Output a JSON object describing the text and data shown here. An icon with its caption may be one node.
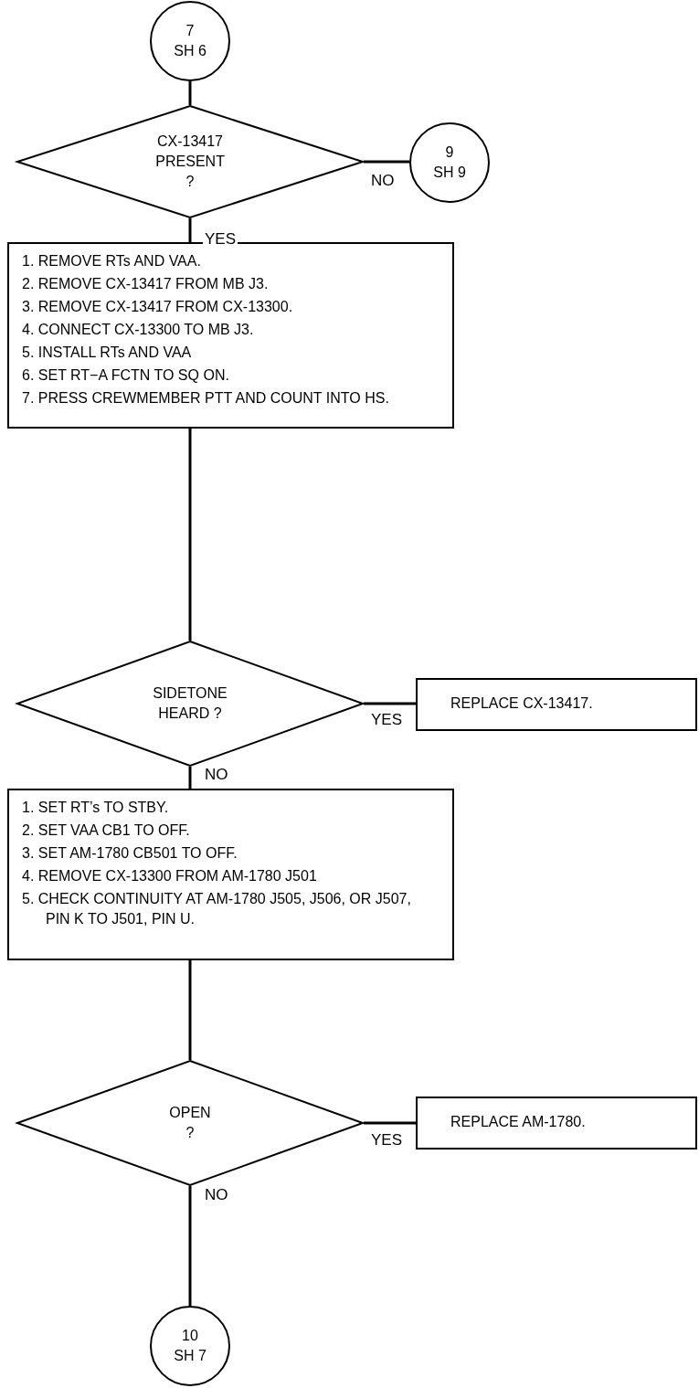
{
  "diagram": {
    "nodes": [
      {
        "text": [
          "7",
          "SH 6"
        ]
      },
      {
        "text": [
          "CX-13417 PRESENT ?"
        ]
      },
      {
        "text": [
          "9",
          "SH 9"
        ]
      },
      {
        "text": [
          "1. REMOVE RTs AND VAA.",
          "2. REMOVE CX-13417 FROM MB J3.",
          "3. REMOVE CX-13417 FROM CX-13300.",
          "4. CONNECT CX-13300 TO MB J3.",
          "5. INSTALL RTs AND VAA",
          "6. SET RT−A FCTN TO SQ ON.",
          "7. PRESS CREWMEMBER PTT AND COUNT INTO HS."
        ]
      },
      {
        "text": [
          "SIDETONE HEARD ?"
        ]
      },
      {
        "text": [
          "REPLACE CX-13417."
        ]
      },
      {
        "text": [
          "1. SET RT’s TO STBY.",
          "2. SET VAA CB1 TO OFF.",
          "3. SET AM-1780 CB501 TO OFF.",
          "4. REMOVE CX-13300 FROM AM-1780 J501",
          "5. CHECK CONTINUITY AT AM-1780 J505, J506, OR J507, PIN K TO J501, PIN U."
        ]
      },
      {
        "text": [
          "OPEN ?"
        ]
      },
      {
        "text": [
          "REPLACE AM-1780."
        ]
      },
      {
        "text": [
          "10",
          "SH 7"
        ]
      }
    ],
    "edges": [
      {
        "from": 0,
        "to": 1,
        "arrow": "none"
      },
      {
        "from": 1,
        "to": 2,
        "arrow": "none",
        "label": "NO"
      },
      {
        "from": 1,
        "to": 3,
        "arrow": "none",
        "label": "YES"
      },
      {
        "from": 3,
        "to": 4,
        "arrow": "none"
      },
      {
        "from": 4,
        "to": 5,
        "arrow": "none",
        "label": "YES"
      },
      {
        "from": 4,
        "to": 6,
        "arrow": "none",
        "label": "NO"
      },
      {
        "from": 6,
        "to": 7,
        "arrow": "none"
      },
      {
        "from": 7,
        "to": 8,
        "arrow": "none",
        "label": "YES"
      },
      {
        "from": 7,
        "to": 9,
        "arrow": "none",
        "label": "NO"
      }
    ]
  }
}
